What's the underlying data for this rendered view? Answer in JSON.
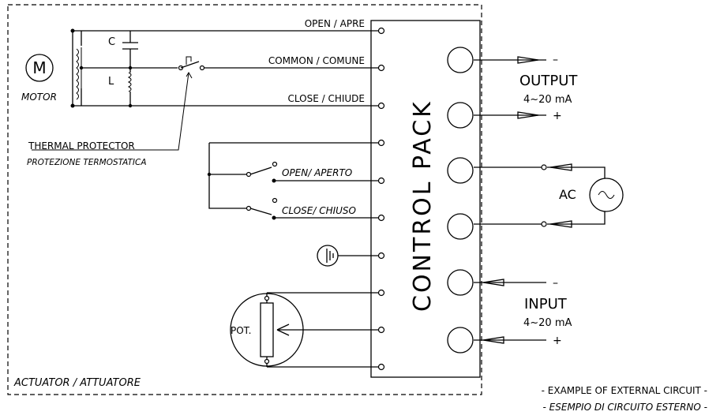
{
  "labels": {
    "open": "OPEN / APRE",
    "common": "COMMON / COMUNE",
    "close": "CLOSE / CHIUDE",
    "motor_letter": "M",
    "motor": "MOTOR",
    "capacitor": "C",
    "inductor": "L",
    "thermal_1": "THERMAL PROTECTOR",
    "thermal_2": "PROTEZIONE TERMOSTATICA",
    "limit_open": "OPEN/ APERTO",
    "limit_close": "CLOSE/ CHIUSO",
    "pot": "POT.",
    "actuator": "ACTUATOR / ATTUATORE",
    "control_pack": "CONTROL PACK",
    "output": "OUTPUT",
    "output_range": "4~20 mA",
    "input": "INPUT",
    "input_range": "4~20 mA",
    "ac": "AC",
    "minus_out": "–",
    "plus_out": "+",
    "minus_in": "–",
    "plus_in": "+",
    "example_1": "- EXAMPLE OF EXTERNAL CIRCUIT -",
    "example_2": "- ESEMPIO DI CIRCUITO ESTERNO -"
  }
}
